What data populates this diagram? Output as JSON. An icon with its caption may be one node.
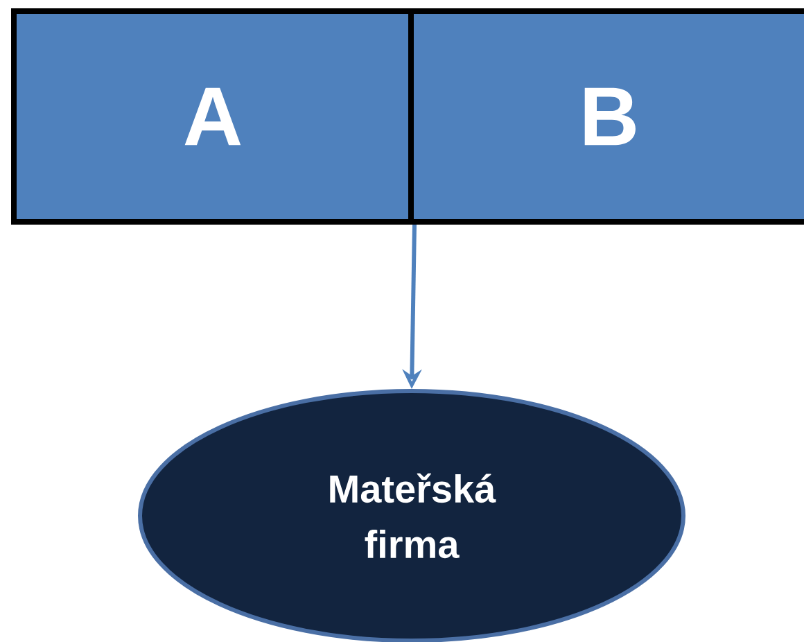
{
  "diagram": {
    "nodes": [
      {
        "text": [
          "A"
        ]
      },
      {
        "text": [
          "B"
        ]
      },
      {
        "text": [
          "Mateřská firma"
        ]
      }
    ],
    "edges": [
      {
        "from": 0,
        "to": 2,
        "arrow": "to"
      },
      {
        "from": 1,
        "to": 2,
        "arrow": "to"
      }
    ]
  }
}
